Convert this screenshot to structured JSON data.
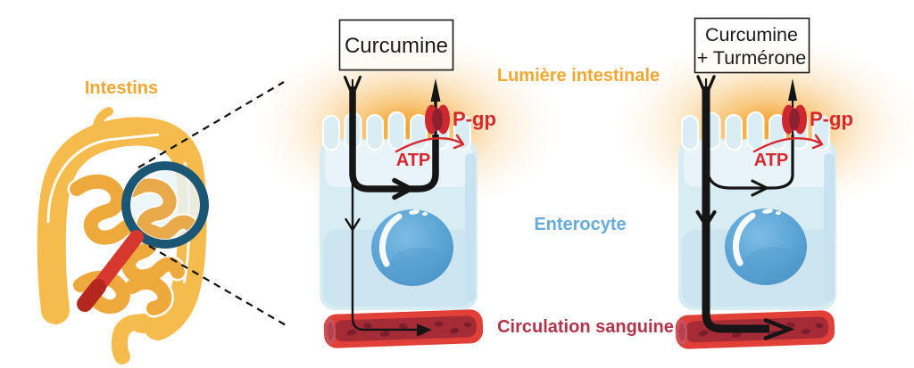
{
  "left": {
    "label": "Intestins"
  },
  "regions": {
    "lumen": "Lumière intestinale",
    "enterocyte": "Enterocyte",
    "blood": "Circulation sanguine"
  },
  "panel_curcumine": {
    "box": "Curcumine",
    "atp": "ATP",
    "pgp": "P-gp"
  },
  "panel_curcumine_turmerone": {
    "box_line1": "Curcumine",
    "box_line2": "+ Turmérone",
    "atp": "ATP",
    "pgp": "P-gp"
  },
  "colors": {
    "lumen_orange": "#F2A733",
    "intestine_orange": "#F6BB4D",
    "small_intestine_orange": "#EEA93D",
    "enterocyte_label_blue": "#66ABDC",
    "cell_fill_blue": "#D8ECF4",
    "nucleus_blue": "#5FA8D8",
    "blood_label_red": "#B2344A",
    "vessel_red": "#E04038",
    "vessel_inner_red": "#A52C36",
    "pump_red": "#D7282E",
    "arrow_black": "#151515",
    "magnifier_rim": "#1B5674",
    "magnifier_handle": "#D6382F"
  }
}
